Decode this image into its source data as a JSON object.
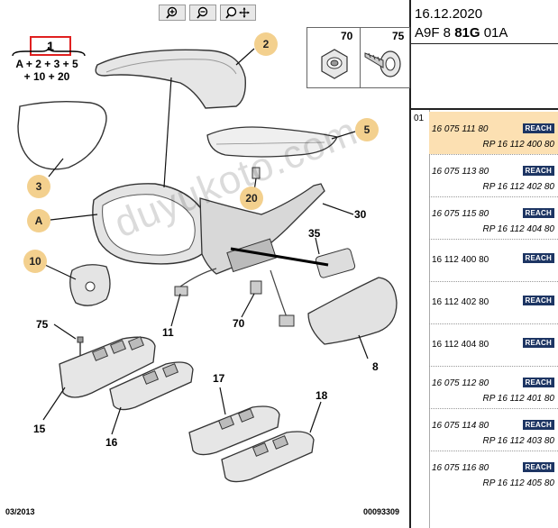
{
  "toolbar": {
    "zoom_in_label": "zoom in",
    "zoom_out_label": "zoom out",
    "pan_label": "zoom move"
  },
  "diagram": {
    "ref_number": "1",
    "formula_line1": "A + 2 + 3 + 5",
    "formula_line2": "+ 10 + 20",
    "fastener_1": "70",
    "fastener_2": "75",
    "callouts": {
      "c2": "2",
      "c3": "3",
      "cA": "A",
      "c5": "5",
      "c20": "20",
      "c10": "10"
    },
    "labels": {
      "l30": "30",
      "l35": "35",
      "l11": "11",
      "l70": "70",
      "l75": "75",
      "l8": "8",
      "l15": "15",
      "l16": "16",
      "l17": "17",
      "l18": "18"
    },
    "footer_left": "03/2013",
    "footer_right": "00093309",
    "watermark": "duyukoto.com"
  },
  "info": {
    "date": "16.12.2020",
    "model_prefix": "A9F 8 ",
    "model_bold": "81G",
    "model_suffix": " 01A",
    "row_number": "01",
    "badge_text": "REACH",
    "parts": [
      {
        "pn": "16 075 111 80",
        "italic": true,
        "rp": "RP 16 112 400 80",
        "reach": true,
        "highlight": true
      },
      {
        "pn": "16 075 113 80",
        "italic": true,
        "rp": "RP 16 112 402 80",
        "reach": true,
        "highlight": false
      },
      {
        "pn": "16 075 115 80",
        "italic": true,
        "rp": "RP 16 112 404 80",
        "reach": true,
        "highlight": false
      },
      {
        "pn": "16 112 400 80",
        "italic": false,
        "rp": "",
        "reach": true,
        "highlight": false
      },
      {
        "pn": "16 112 402 80",
        "italic": false,
        "rp": "",
        "reach": true,
        "highlight": false
      },
      {
        "pn": "16 112 404 80",
        "italic": false,
        "rp": "",
        "reach": true,
        "highlight": false
      },
      {
        "pn": "16 075 112 80",
        "italic": true,
        "rp": "RP 16 112 401 80",
        "reach": true,
        "highlight": false
      },
      {
        "pn": "16 075 114 80",
        "italic": true,
        "rp": "RP 16 112 403 80",
        "reach": true,
        "highlight": false
      },
      {
        "pn": "16 075 116 80",
        "italic": true,
        "rp": "RP 16 112 405 80",
        "reach": true,
        "highlight": false
      }
    ]
  }
}
